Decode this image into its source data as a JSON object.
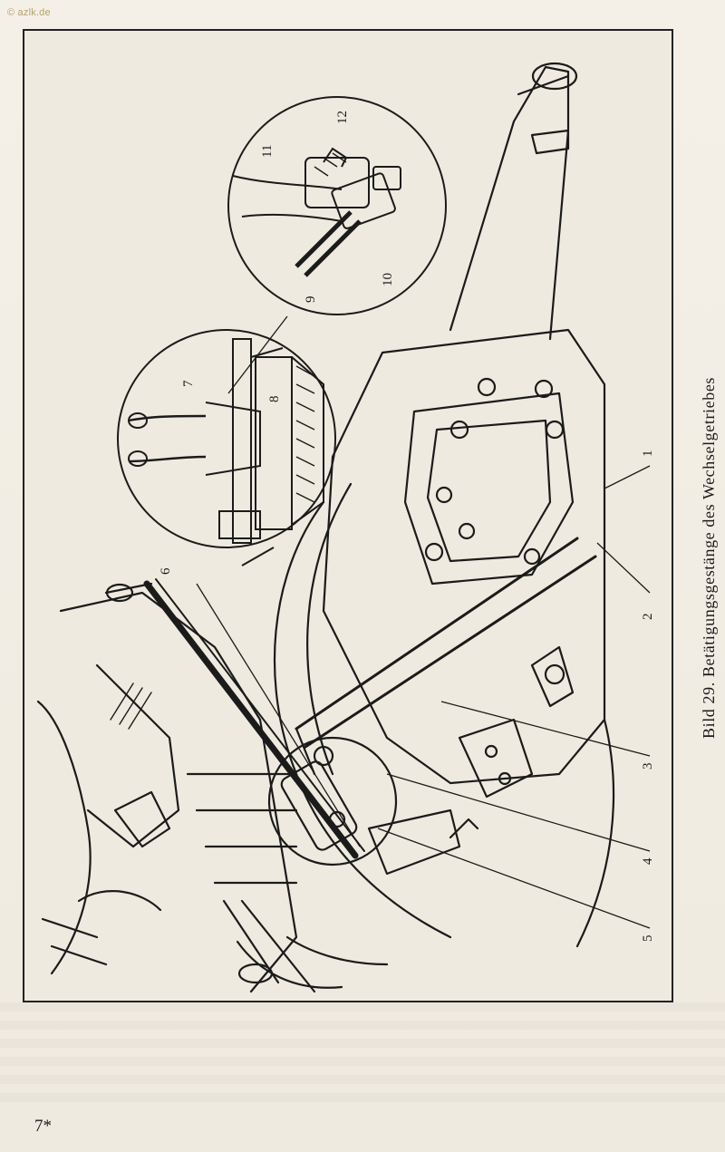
{
  "watermark": {
    "text": "© azlk.de"
  },
  "figure": {
    "caption": "Bild 29. Betätigungsgestänge des Wechselgetriebes",
    "callouts": [
      "1",
      "2",
      "3",
      "4",
      "5",
      "6",
      "7",
      "8",
      "9",
      "10",
      "11",
      "12"
    ]
  },
  "page_number": "7*",
  "colors": {
    "paper": "#efeadf",
    "ink": "#1b1b1b",
    "watermark": "#b5a36a"
  }
}
